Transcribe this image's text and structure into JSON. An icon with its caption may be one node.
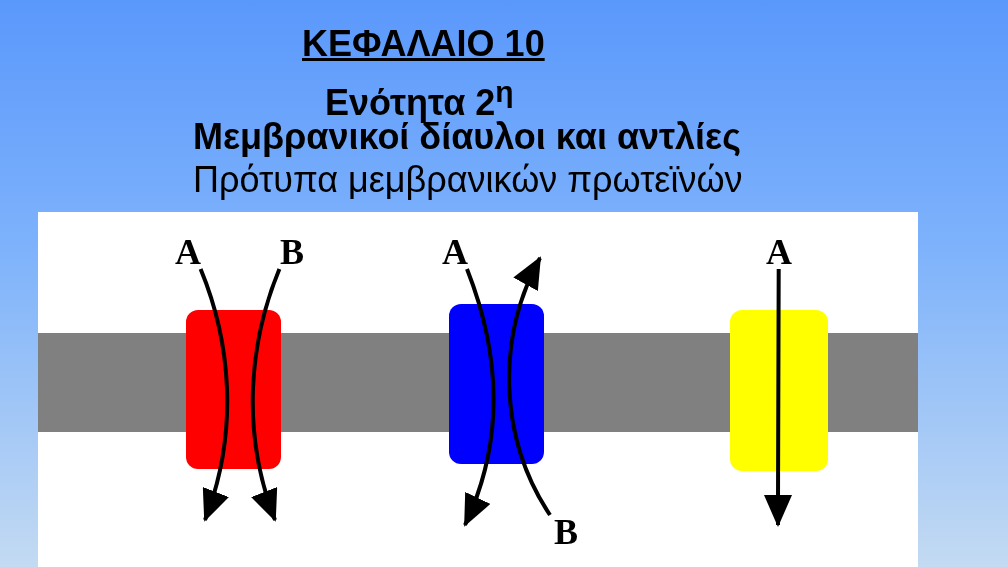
{
  "diagram": {
    "title": "ΚΕΦΑΛΑΙΟ 10",
    "nodes": [
      {
        "text": [
          "A"
        ]
      },
      {
        "text": [
          "B"
        ]
      },
      {
        "text": [
          "A"
        ]
      },
      {
        "text": [
          "A"
        ]
      },
      {
        "text": [],
        "shape": "box"
      },
      {
        "text": [],
        "shape": "box"
      },
      {
        "text": [],
        "shape": "box"
      },
      {
        "text": [
          "B"
        ]
      },
      {
        "text": [],
        "shape": "bar"
      }
    ],
    "edges": [
      {
        "from": 0,
        "to": null,
        "arrow": "to"
      },
      {
        "from": 1,
        "to": null,
        "arrow": "to"
      },
      {
        "from": 2,
        "to": null,
        "arrow": "to"
      },
      {
        "from": 7,
        "to": null,
        "arrow": "to"
      },
      {
        "from": 3,
        "to": null,
        "arrow": "to"
      }
    ],
    "labels": [
      "Ενότητα 2$^{η}$",
      "Μεμβρανικοί δίαυλοι και αντλίες",
      "Πρότυπα μεμβρανικών πρωτεϊνών"
    ]
  }
}
